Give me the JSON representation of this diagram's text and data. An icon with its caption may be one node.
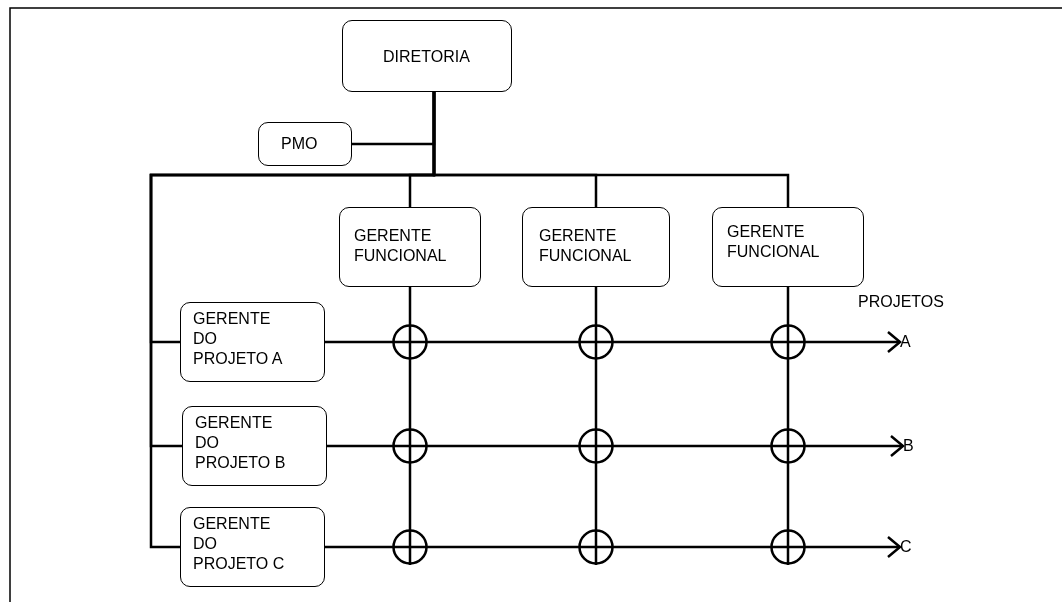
{
  "diagram": {
    "nodes": [
      {
        "text": [
          "DIRETORIA"
        ]
      },
      {
        "text": [
          "PMO"
        ]
      },
      {
        "text": [
          "GERENTE FUNCIONAL"
        ]
      },
      {
        "text": [
          "GERENTE FUNCIONAL"
        ]
      },
      {
        "text": [
          "GERENTE FUNCIONAL"
        ]
      },
      {
        "text": [
          "GERENTE DO PROJETO A"
        ]
      },
      {
        "text": [
          "GERENTE DO PROJETO B"
        ]
      },
      {
        "text": [
          "GERENTE DO PROJETO C"
        ]
      },
      {
        "text": [],
        "shape": "circle"
      },
      {
        "text": [],
        "shape": "circle"
      },
      {
        "text": [],
        "shape": "circle"
      },
      {
        "text": [],
        "shape": "circle"
      },
      {
        "text": [],
        "shape": "circle"
      },
      {
        "text": [],
        "shape": "circle"
      },
      {
        "text": [],
        "shape": "circle"
      },
      {
        "text": [],
        "shape": "circle"
      },
      {
        "text": [],
        "shape": "circle"
      },
      {
        "text": [
          "A"
        ]
      },
      {
        "text": [
          "B"
        ]
      },
      {
        "text": [
          "C"
        ]
      }
    ],
    "edges": [
      {
        "from": 0,
        "to": 1,
        "arrow": "none"
      },
      {
        "from": 0,
        "to": 2,
        "arrow": "none"
      },
      {
        "from": 0,
        "to": 3,
        "arrow": "none"
      },
      {
        "from": 0,
        "to": 4,
        "arrow": "none"
      },
      {
        "from": 0,
        "to": 5,
        "arrow": "none"
      },
      {
        "from": 0,
        "to": 6,
        "arrow": "none"
      },
      {
        "from": 0,
        "to": 7,
        "arrow": "none"
      },
      {
        "from": 2,
        "to": 8,
        "arrow": "none"
      },
      {
        "from": 8,
        "to": 11,
        "arrow": "none"
      },
      {
        "from": 11,
        "to": 14,
        "arrow": "none"
      },
      {
        "from": 3,
        "to": 9,
        "arrow": "none"
      },
      {
        "from": 9,
        "to": 12,
        "arrow": "none"
      },
      {
        "from": 12,
        "to": 15,
        "arrow": "none"
      },
      {
        "from": 4,
        "to": 10,
        "arrow": "none"
      },
      {
        "from": 10,
        "to": 13,
        "arrow": "none"
      },
      {
        "from": 13,
        "to": 16,
        "arrow": "none"
      },
      {
        "from": 5,
        "to": 8,
        "arrow": "none"
      },
      {
        "from": 8,
        "to": 9,
        "arrow": "none"
      },
      {
        "from": 9,
        "to": 10,
        "arrow": "none"
      },
      {
        "from": 10,
        "to": 17,
        "arrow": "to"
      },
      {
        "from": 6,
        "to": 11,
        "arrow": "none"
      },
      {
        "from": 11,
        "to": 12,
        "arrow": "none"
      },
      {
        "from": 12,
        "to": 13,
        "arrow": "none"
      },
      {
        "from": 13,
        "to": 18,
        "arrow": "to"
      },
      {
        "from": 7,
        "to": 14,
        "arrow": "none"
      },
      {
        "from": 14,
        "to": 15,
        "arrow": "none"
      },
      {
        "from": 15,
        "to": 16,
        "arrow": "none"
      },
      {
        "from": 16,
        "to": 19,
        "arrow": "to"
      }
    ],
    "labels": [
      "PROJETOS"
    ]
  }
}
